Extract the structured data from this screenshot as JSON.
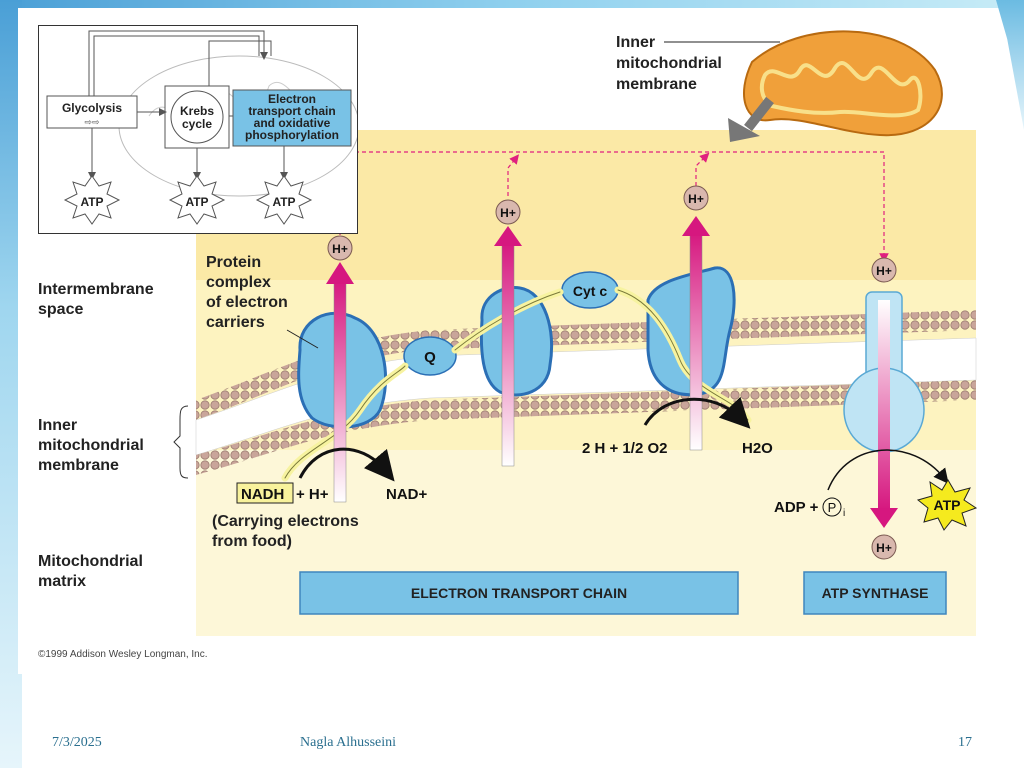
{
  "inset": {
    "glycolysis": "Glycolysis",
    "krebs_line1": "Krebs",
    "krebs_line2": "cycle",
    "etc_line1": "Electron",
    "etc_line2": "transport chain",
    "etc_line3": "and oxidative",
    "etc_line4": "phosphorylation",
    "atp": "ATP"
  },
  "labels": {
    "inner_membrane_top_1": "Inner",
    "inner_membrane_top_2": "mitochondrial",
    "inner_membrane_top_3": "membrane",
    "intermembrane_1": "Intermembrane",
    "intermembrane_2": "space",
    "inner_left_1": "Inner",
    "inner_left_2": "mitochondrial",
    "inner_left_3": "membrane",
    "matrix_1": "Mitochondrial",
    "matrix_2": "matrix",
    "protein_1": "Protein",
    "protein_2": "complex",
    "protein_3": "of electron",
    "protein_4": "carriers",
    "q": "Q",
    "cyt_c": "Cyt c",
    "h_plus": "H+",
    "nadh": "NADH",
    "plus_h": "+ H+",
    "nad_plus": "NAD+",
    "carrying_1": "(Carrying electrons",
    "carrying_2": "from food)",
    "two_h": "2 H + 1/2 O2",
    "h2o": "H2O",
    "adp": "ADP +",
    "pi": "P",
    "pi_sub": "i",
    "atp": "ATP",
    "etc_box": "ELECTRON TRANSPORT CHAIN",
    "atp_synthase_box": "ATP SYNTHASE",
    "copyright": "©1999 Addison Wesley Longman, Inc."
  },
  "footer": {
    "date": "7/3/2025",
    "author": "Nagla Alhusseini",
    "page": "17"
  },
  "colors": {
    "yellow_space": "#fbe9a6",
    "matrix": "#fdf7d8",
    "membrane_head": "#c9a59a",
    "protein_blue": "#79c2e6",
    "protein_dark": "#2b6fb5",
    "proton_arrow": "#d6177f",
    "mitochondrion": "#f0a03a"
  }
}
